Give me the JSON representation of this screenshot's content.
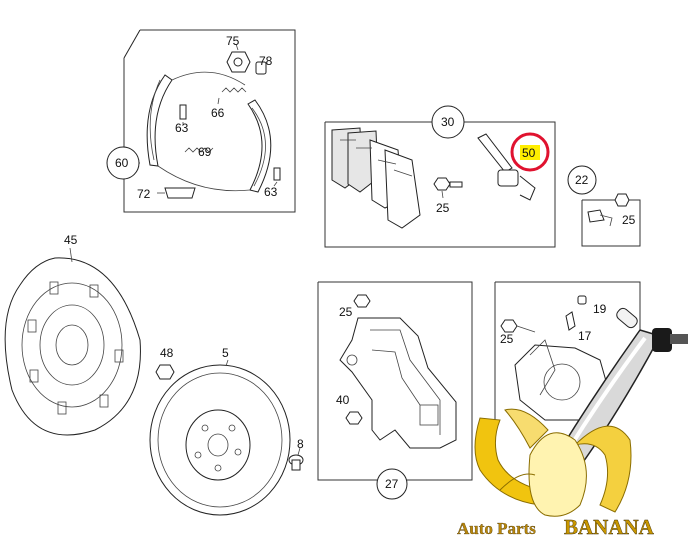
{
  "diagram": {
    "callouts": {
      "c75": "75",
      "c78": "78",
      "c66": "66",
      "c63a": "63",
      "c69": "69",
      "c60": "60",
      "c72": "72",
      "c63b": "63",
      "c30": "30",
      "c50": "50",
      "c25a": "25",
      "c22": "22",
      "c25b": "25",
      "c45": "45",
      "c48": "48",
      "c5": "5",
      "c8": "8",
      "c25c": "25",
      "c40": "40",
      "c27": "27",
      "c19": "19",
      "c25d": "25",
      "c17": "17"
    },
    "highlight_color": "#e0122f",
    "highlight_target": "50",
    "part_label_yellow": "#ffee00"
  },
  "brand": {
    "name_prefix": "Auto Parts",
    "name_main": "BANANA",
    "logo_icon": "banana-icon"
  }
}
